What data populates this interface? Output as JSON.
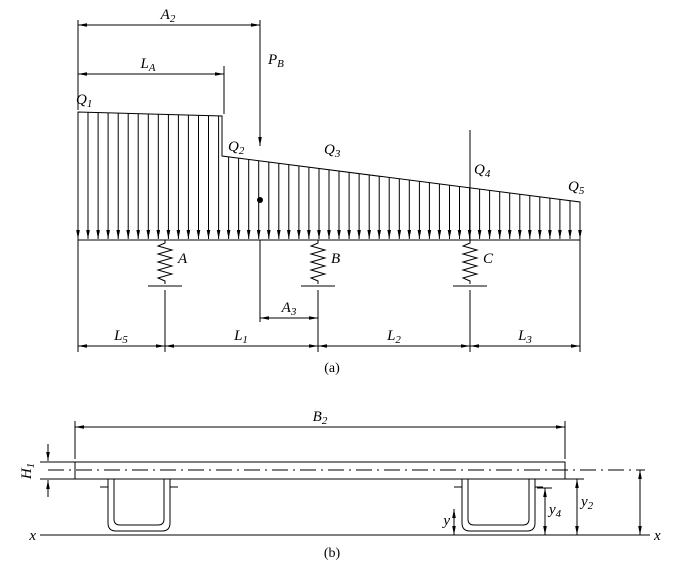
{
  "panel_a": {
    "caption": "(a)",
    "dim_A2": {
      "base": "A",
      "sub": "2"
    },
    "dim_LA": {
      "base": "L",
      "sub": "A"
    },
    "force_PB": {
      "base": "P",
      "sub": "B"
    },
    "q1": {
      "base": "Q",
      "sub": "1"
    },
    "q2": {
      "base": "Q",
      "sub": "2"
    },
    "q3": {
      "base": "Q",
      "sub": "3"
    },
    "q4": {
      "base": "Q",
      "sub": "4"
    },
    "q5": {
      "base": "Q",
      "sub": "5"
    },
    "support_A": "A",
    "support_B": "B",
    "support_C": "C",
    "dim_A3": {
      "base": "A",
      "sub": "3"
    },
    "dim_L5": {
      "base": "L",
      "sub": "5"
    },
    "dim_L1": {
      "base": "L",
      "sub": "1"
    },
    "dim_L2": {
      "base": "L",
      "sub": "2"
    },
    "dim_L3": {
      "base": "L",
      "sub": "3"
    }
  },
  "panel_b": {
    "caption": "(b)",
    "dim_B2": {
      "base": "B",
      "sub": "2"
    },
    "dim_H1": {
      "base": "H",
      "sub": "1"
    },
    "axis_x_left": "x",
    "axis_x_right": "x",
    "dim_y": "y",
    "dim_y4": {
      "base": "y",
      "sub": "4"
    },
    "dim_y2": {
      "base": "y",
      "sub": "2"
    }
  },
  "colors": {
    "ink": "#000000",
    "background": "#ffffff"
  }
}
